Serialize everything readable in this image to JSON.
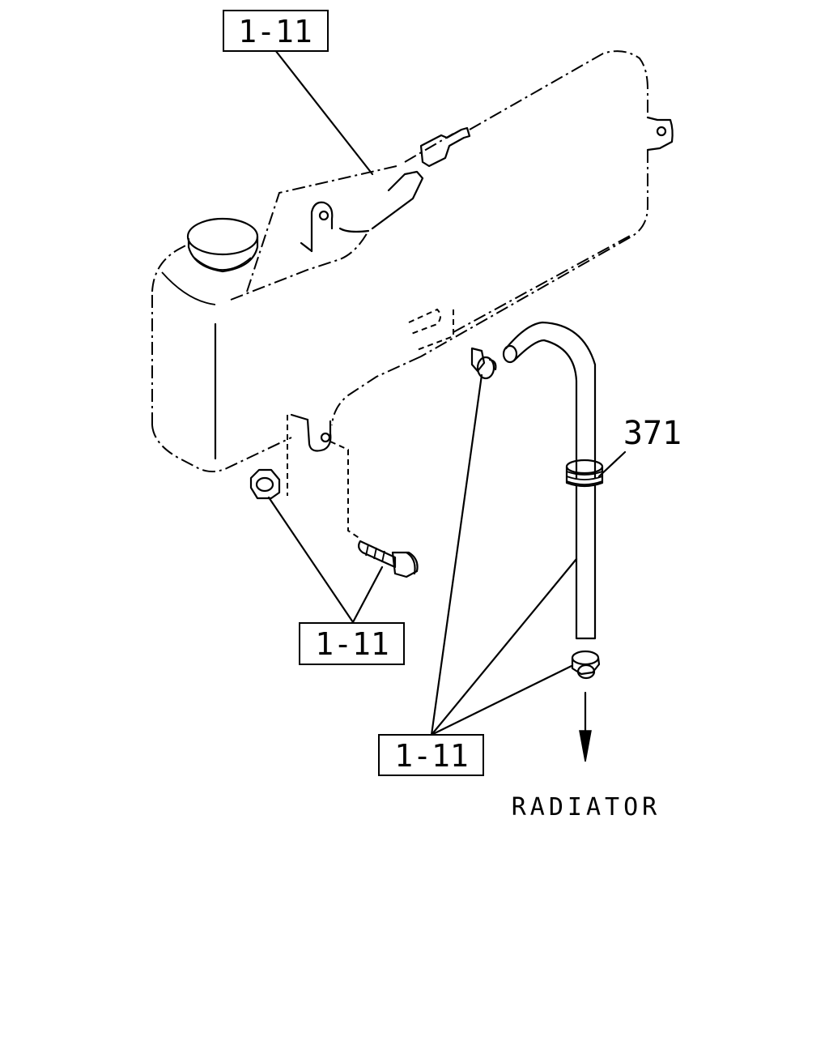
{
  "callouts": {
    "top": "1-11",
    "bolt_nut": "1-11",
    "hose_clamps": "1-11"
  },
  "part_number": "371",
  "destination": "RADIATOR"
}
